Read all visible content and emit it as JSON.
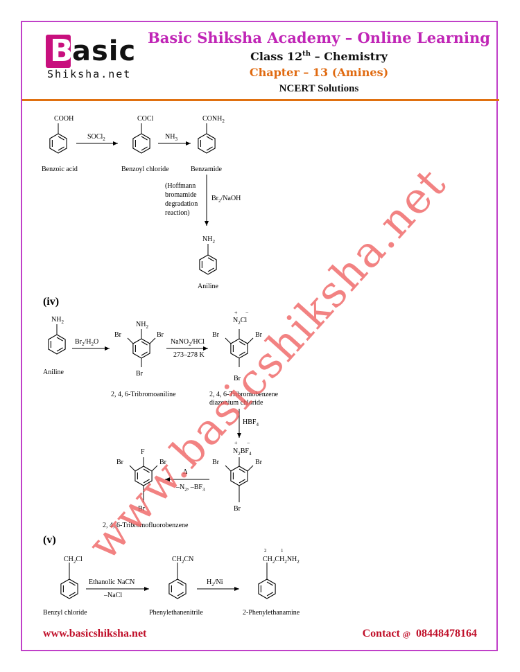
{
  "header": {
    "logo_b": "B",
    "logo_rest": "asic",
    "logo_sub": "Shiksha.net",
    "title": "Basic Shiksha Academy – Online Learning",
    "class_prefix": "Class 12",
    "class_sup": "th",
    "class_suffix": " – Chemistry",
    "chapter": "Chapter – 13 (Amines)",
    "subtitle": "NCERT Solutions"
  },
  "section_iii": {
    "benzoic_sub": "COOH",
    "benzoic_name": "Benzoic acid",
    "arrow1": "SOCl",
    "arrow1_sub": "2",
    "benzoyl_sub": "COCl",
    "benzoyl_name": "Benzoyl chloride",
    "arrow2": "NH",
    "arrow2_sub": "3",
    "benzamide_sub": "CONH",
    "benzamide_sub2": "2",
    "benzamide_name": "Benzamide",
    "note_lines": [
      "(Hoffmann",
      "bromamide",
      "degradation",
      "reaction)"
    ],
    "reagent": "Br",
    "reagent_sub": "2",
    "reagent_rest": "/NaOH",
    "aniline_sub": "NH",
    "aniline_sub2": "2",
    "aniline_name": "Aniline"
  },
  "section_iv": {
    "label": "(iv)",
    "aniline_sub": "NH",
    "aniline_sub2": "2",
    "aniline_name": "Aniline",
    "arrow1": "Br",
    "arrow1_a": "2",
    "arrow1_b": "/H",
    "arrow1_c": "2",
    "arrow1_d": "O",
    "tribromoaniline_name": "2, 4, 6-Tribromoaniline",
    "br": "Br",
    "arrow2_top": "NaNO",
    "arrow2_top_sub": "2",
    "arrow2_top_rest": "/HCl",
    "arrow2_bottom": "273–278 K",
    "diazonium_group": "N",
    "diazonium_sub": "2",
    "diazonium_cl": "Cl",
    "plus": "+",
    "minus": "−",
    "diazonium_name1": "2, 4, 6-Tribromobenzene",
    "diazonium_name2": "diazonium chloride",
    "arrow3": "HBF",
    "arrow3_sub": "4",
    "bf4_group": "N",
    "bf4_sub": "2",
    "bf4": "BF",
    "bf4_sub2": "4",
    "arrow4_top": "Δ",
    "arrow4_bottom": "–N",
    "arrow4_bottom_sub": "2",
    "arrow4_bottom_rest": ", –BF",
    "arrow4_bottom_sub2": "3",
    "fluoro_f": "F",
    "fluoro_name": "2, 4, 6-Tribromofluorobenzene"
  },
  "section_v": {
    "label": "(v)",
    "benzyl_sub": "CH",
    "benzyl_sub_a": "2",
    "benzyl_sub_b": "Cl",
    "benzyl_name": "Benzyl chloride",
    "arrow1_top": "Ethanolic NaCN",
    "arrow1_bottom": "–NaCl",
    "nitrile_sub": "CH",
    "nitrile_sub_a": "2",
    "nitrile_sub_b": "CN",
    "nitrile_name": "Phenylethanenitrile",
    "arrow2": "H",
    "arrow2_a": "2",
    "arrow2_b": "/Ni",
    "amine_num2": "2",
    "amine_num1": "1",
    "amine_sub": "CH",
    "amine_sub_a": "2",
    "amine_sub_b": "CH",
    "amine_sub_c": "2",
    "amine_sub_d": "NH",
    "amine_sub_e": "2",
    "amine_name": "2-Phenylethanamine"
  },
  "footer": {
    "website": "www.basicshiksha.net",
    "contact": "Contact ",
    "at": "@",
    "phone": "08448478164"
  },
  "watermark": "www.basicshiksha.net",
  "colors": {
    "brand": "#c025b6",
    "orange": "#e06a10",
    "footer": "#c0102a",
    "watermark": "#ee5f5f",
    "border": "#c040c8"
  }
}
